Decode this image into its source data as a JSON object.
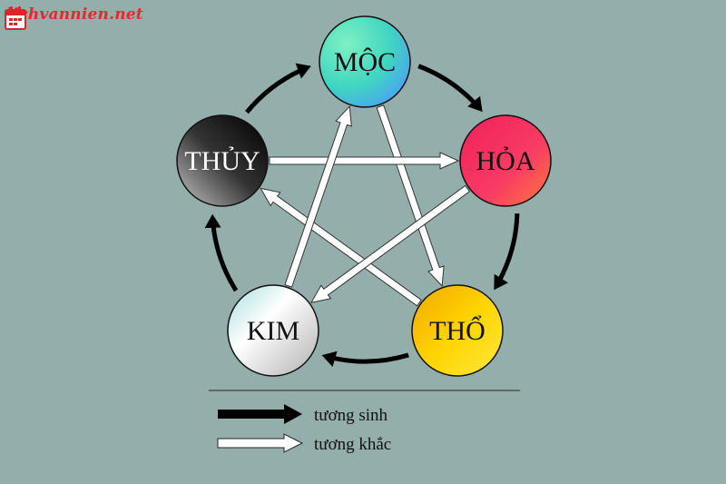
{
  "site": {
    "logo_text": "lichvannien.net",
    "logo_icon": "calendar-icon"
  },
  "nodes": [
    {
      "id": "moc",
      "label": "MỘC",
      "text_color": "#111111"
    },
    {
      "id": "hoa",
      "label": "HỎA",
      "text_color": "#111111"
    },
    {
      "id": "tho",
      "label": "THỔ",
      "text_color": "#111111"
    },
    {
      "id": "kim",
      "label": "KIM",
      "text_color": "#111111"
    },
    {
      "id": "thuy",
      "label": "THỦY",
      "text_color": "#ffffff"
    }
  ],
  "relations": {
    "sinh": [
      [
        "moc",
        "hoa"
      ],
      [
        "hoa",
        "tho"
      ],
      [
        "tho",
        "kim"
      ],
      [
        "kim",
        "thuy"
      ],
      [
        "thuy",
        "moc"
      ]
    ],
    "khac": [
      [
        "moc",
        "tho"
      ],
      [
        "tho",
        "thuy"
      ],
      [
        "thuy",
        "hoa"
      ],
      [
        "hoa",
        "kim"
      ],
      [
        "kim",
        "moc"
      ]
    ]
  },
  "legend": [
    {
      "label": "tương sinh",
      "style": "black-arrow"
    },
    {
      "label": "tương khắc",
      "style": "white-arrow"
    }
  ],
  "colors": {
    "background": "#93aeab",
    "sinh_arrow": "#000000",
    "khac_arrow": "#ffffff"
  }
}
